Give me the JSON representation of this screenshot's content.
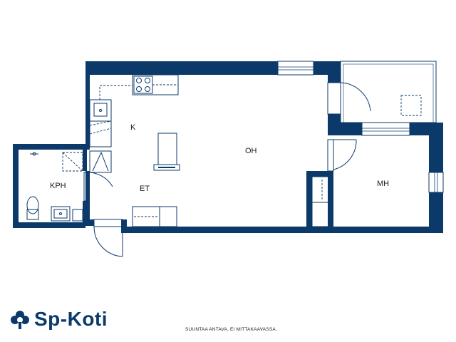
{
  "rooms": {
    "kitchen": "K",
    "living": "OH",
    "hall": "ET",
    "bathroom": "KPH",
    "bedroom": "MH"
  },
  "brand": {
    "logo_text": "Sp-Koti",
    "color": "#0b3a6a"
  },
  "disclaimer": "SUUNTAA ANTAVA, EI MITTAKAAVASSA.",
  "icons": [
    "sp-koti-logo-icon",
    "stove-icon",
    "sink-icon",
    "toilet-icon",
    "door-swing-icon"
  ]
}
